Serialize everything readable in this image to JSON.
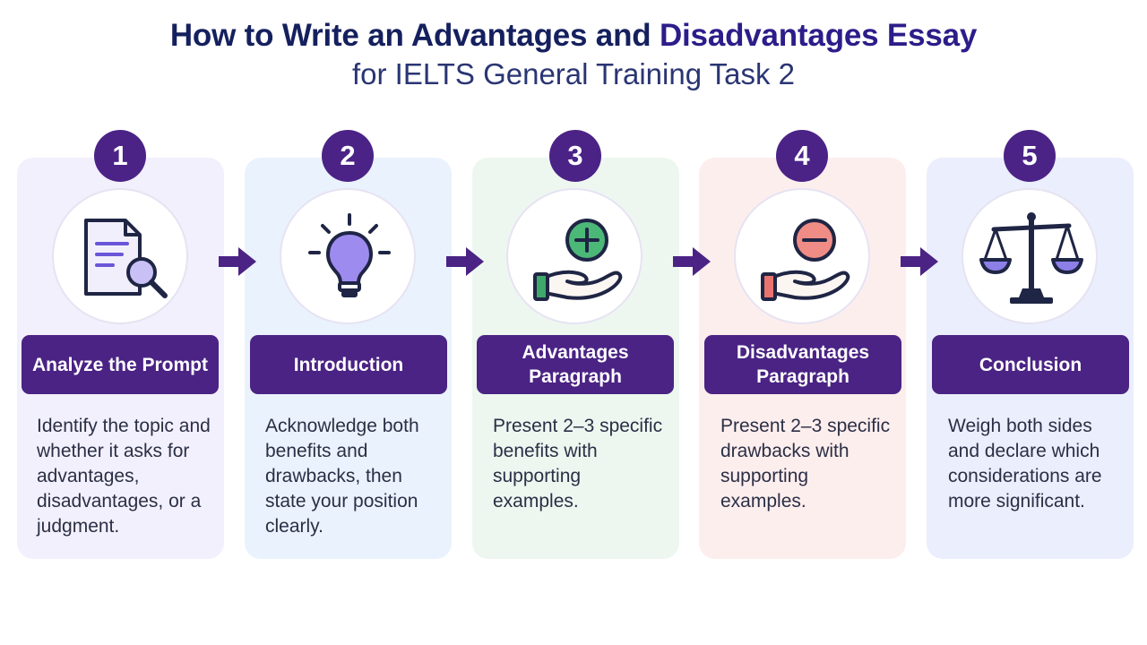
{
  "header": {
    "title_part1": "How to Write an Advantages and ",
    "title_part2": "Disadvantages Essay",
    "subtitle": "for IELTS General Training Task 2"
  },
  "steps": [
    {
      "number": "1",
      "label": "Analyze the Prompt",
      "description": "Identify the topic and whether it asks for advantages, disadvantages, or a judgment.",
      "icon": "document-search-icon"
    },
    {
      "number": "2",
      "label": "Introduction",
      "description": "Acknowledge both benefits and drawbacks, then state your position clearly.",
      "icon": "lightbulb-icon"
    },
    {
      "number": "3",
      "label": "Advantages Paragraph",
      "description": "Present 2–3 specific benefits with supporting examples.",
      "icon": "hand-plus-icon"
    },
    {
      "number": "4",
      "label": "Disadvantages Paragraph",
      "description": "Present 2–3 specific drawbacks with supporting examples.",
      "icon": "hand-minus-icon"
    },
    {
      "number": "5",
      "label": "Conclusion",
      "description": "Weigh both sides and declare which considerations are more significant.",
      "icon": "balance-scale-icon"
    }
  ],
  "colors": {
    "accent_purple": "#4a2384",
    "title_navy": "#15205e",
    "plus_green": "#3fa86b",
    "minus_red": "#e9736f",
    "bulb_lavender": "#9d8bf0",
    "scale_lavender": "#8c7fe8"
  }
}
